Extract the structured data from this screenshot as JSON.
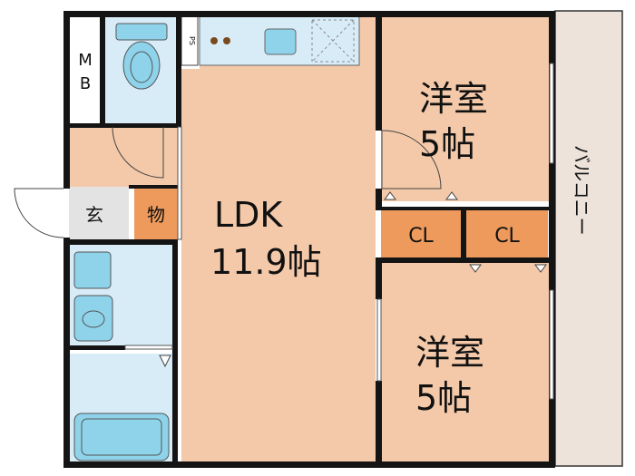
{
  "rooms": {
    "ldk": {
      "name": "LDK",
      "size": "11.9帖"
    },
    "western_top": {
      "name": "洋室",
      "size": "5帖"
    },
    "western_bottom": {
      "name": "洋室",
      "size": "5帖"
    },
    "closet_left": "CL",
    "closet_right": "CL",
    "storage": "物",
    "entrance": "玄",
    "mb": [
      "M",
      "B"
    ],
    "ps": "PS",
    "balcony": "バルコニー"
  },
  "colors": {
    "wood_floor": "#F4C9A9",
    "closet": "#EE9A5C",
    "wet_area": "#D8ECF8",
    "fixture": "#8ED3EA",
    "wall": "#141414",
    "balcony": "#EDE3DB",
    "entrance": "#E3E3E3"
  }
}
